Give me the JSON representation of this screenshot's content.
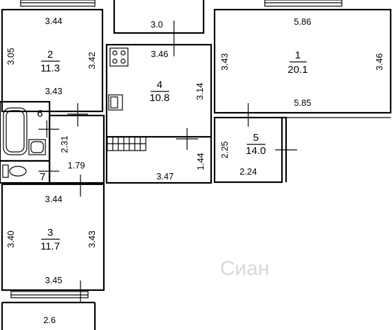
{
  "watermark": "Сиан",
  "rooms": [
    {
      "id": "1",
      "area": "20.1",
      "dims": {
        "top": "5.86",
        "bottom": "5.85",
        "left": "3.43",
        "right": "3.46"
      }
    },
    {
      "id": "2",
      "area": "11.3",
      "dims": {
        "top": "3.44",
        "bottom": "3.43",
        "left": "3.05",
        "right": "3.42"
      }
    },
    {
      "id": "3",
      "area": "11.7",
      "dims": {
        "top": "3.44",
        "bottom": "3.45",
        "left": "3.40",
        "right": "3.43"
      }
    },
    {
      "id": "4",
      "area": "10.8",
      "dims": {
        "top": "3.46",
        "right": "3.14"
      }
    },
    {
      "id": "5",
      "area": "14.0",
      "dims": {
        "left": "2.25",
        "bottom": "2.24"
      }
    },
    {
      "id": "6"
    },
    {
      "id": "7"
    }
  ],
  "extra_dims": {
    "balcony_top": "3.0",
    "balcony_bottom": "2.6",
    "hall_height": "2.31",
    "hall_width": "1.79",
    "corridor_width": "3.47",
    "corridor_height": "1.44"
  }
}
